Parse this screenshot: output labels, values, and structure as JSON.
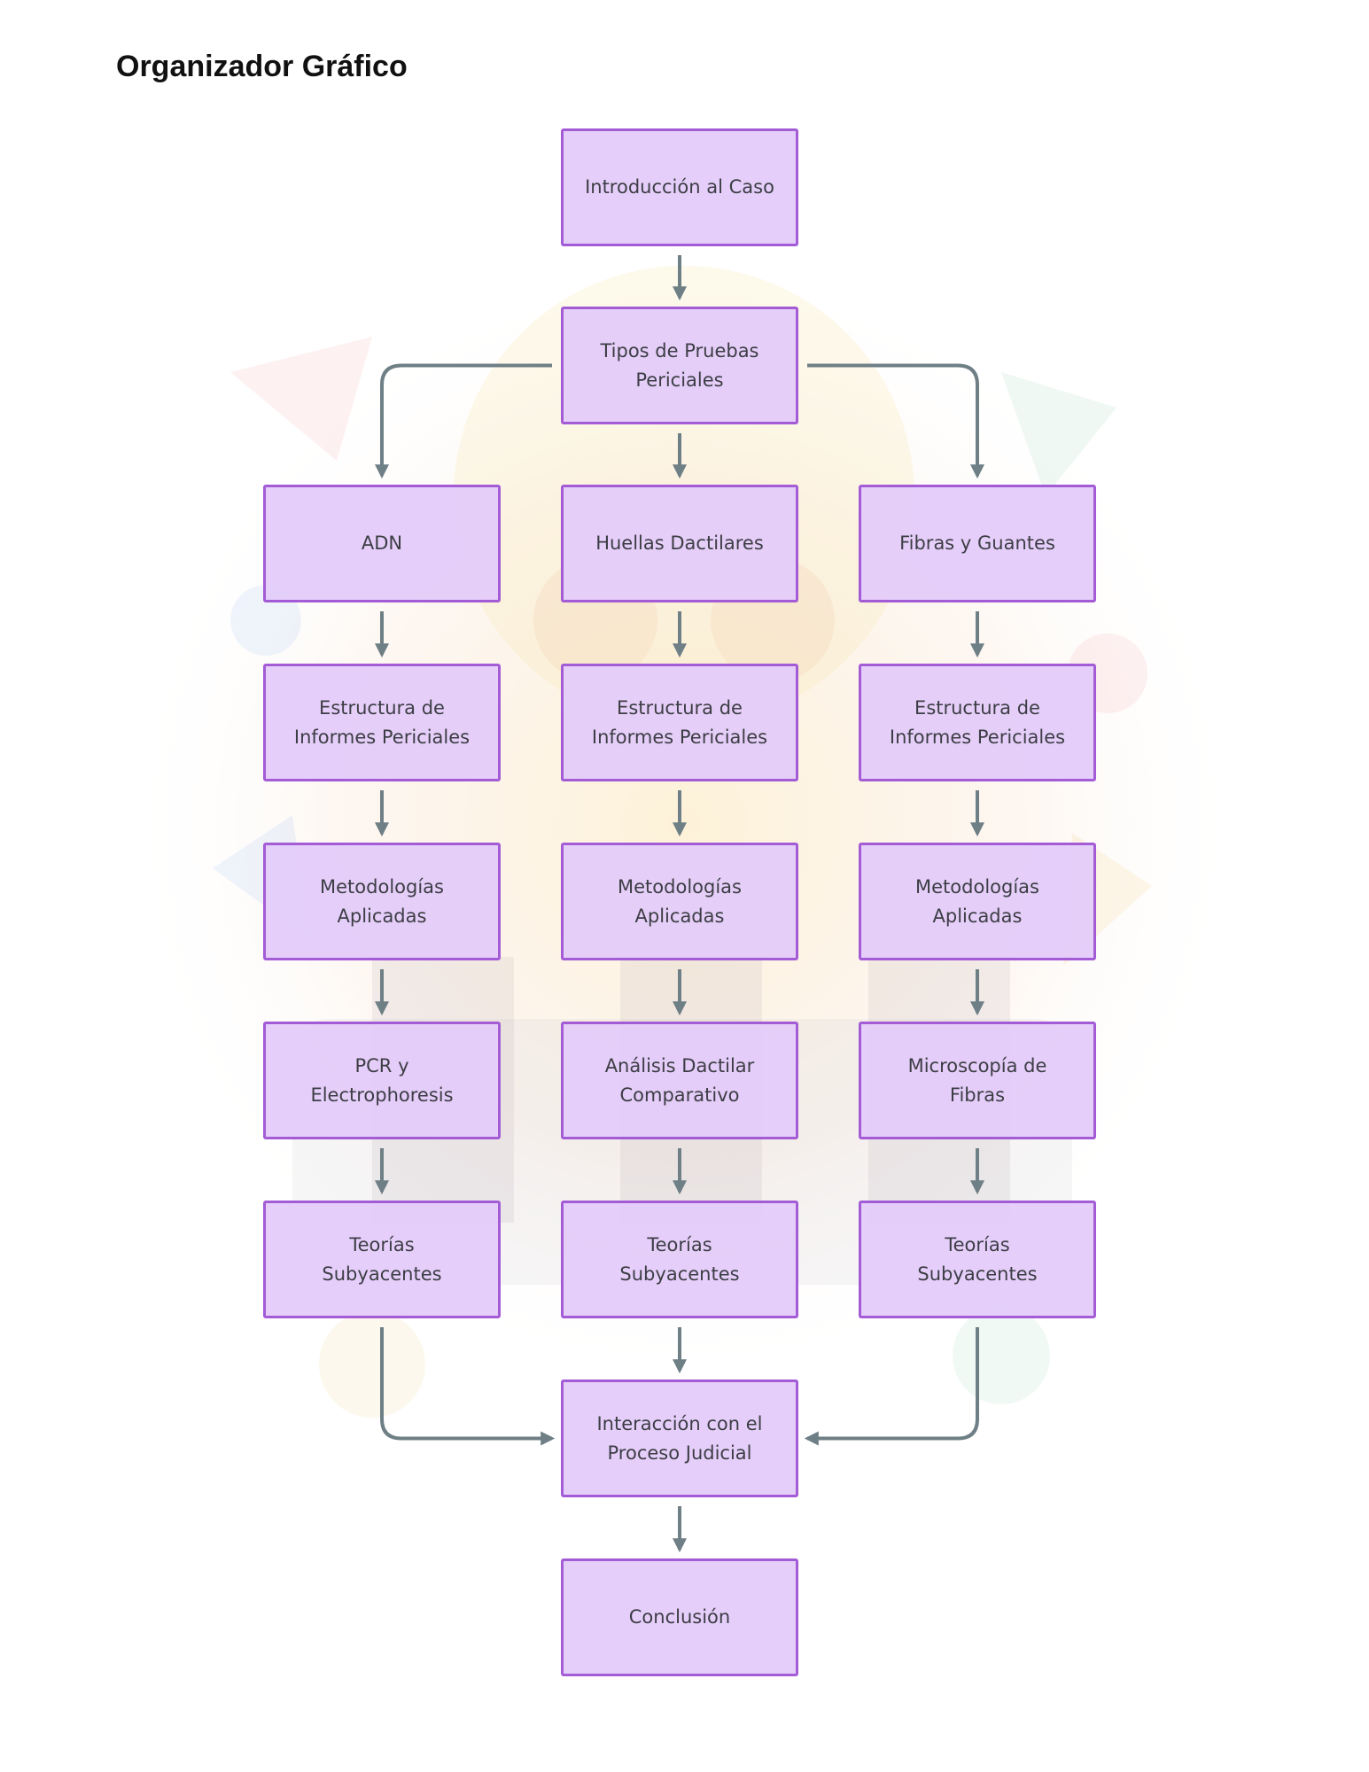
{
  "page": {
    "title": "Organizador Gráfico"
  },
  "colors": {
    "node_fill": "#e3cbfa",
    "node_border": "#a35bd6",
    "node_text": "#3d3d45",
    "edge": "#6f7f86"
  },
  "diagram": {
    "type": "flowchart",
    "nodes": [
      {
        "id": "intro",
        "label": "Introducción al Caso"
      },
      {
        "id": "tipos",
        "label": "Tipos de Pruebas Periciales"
      },
      {
        "id": "adn",
        "label": "ADN"
      },
      {
        "id": "huellas",
        "label": "Huellas Dactilares"
      },
      {
        "id": "fibras",
        "label": "Fibras y Guantes"
      },
      {
        "id": "estr1",
        "label": "Estructura de Informes Periciales"
      },
      {
        "id": "estr2",
        "label": "Estructura de Informes Periciales"
      },
      {
        "id": "estr3",
        "label": "Estructura de Informes Periciales"
      },
      {
        "id": "met1",
        "label": "Metodologías Aplicadas"
      },
      {
        "id": "met2",
        "label": "Metodologías Aplicadas"
      },
      {
        "id": "met3",
        "label": "Metodologías Aplicadas"
      },
      {
        "id": "pcr",
        "label": "PCR y Electrophoresis"
      },
      {
        "id": "analisis",
        "label": "Análisis Dactilar Comparativo"
      },
      {
        "id": "micro",
        "label": "Microscopía de Fibras"
      },
      {
        "id": "teo1",
        "label": "Teorías Subyacentes"
      },
      {
        "id": "teo2",
        "label": "Teorías Subyacentes"
      },
      {
        "id": "teo3",
        "label": "Teorías Subyacentes"
      },
      {
        "id": "interaccion",
        "label": "Interacción con el Proceso Judicial"
      },
      {
        "id": "conclusion",
        "label": "Conclusión"
      }
    ],
    "edges": [
      {
        "from": "intro",
        "to": "tipos"
      },
      {
        "from": "tipos",
        "to": "adn"
      },
      {
        "from": "tipos",
        "to": "huellas"
      },
      {
        "from": "tipos",
        "to": "fibras"
      },
      {
        "from": "adn",
        "to": "estr1"
      },
      {
        "from": "huellas",
        "to": "estr2"
      },
      {
        "from": "fibras",
        "to": "estr3"
      },
      {
        "from": "estr1",
        "to": "met1"
      },
      {
        "from": "estr2",
        "to": "met2"
      },
      {
        "from": "estr3",
        "to": "met3"
      },
      {
        "from": "met1",
        "to": "pcr"
      },
      {
        "from": "met2",
        "to": "analisis"
      },
      {
        "from": "met3",
        "to": "micro"
      },
      {
        "from": "pcr",
        "to": "teo1"
      },
      {
        "from": "analisis",
        "to": "teo2"
      },
      {
        "from": "micro",
        "to": "teo3"
      },
      {
        "from": "teo1",
        "to": "interaccion"
      },
      {
        "from": "teo2",
        "to": "interaccion"
      },
      {
        "from": "teo3",
        "to": "interaccion"
      },
      {
        "from": "interaccion",
        "to": "conclusion"
      }
    ]
  }
}
